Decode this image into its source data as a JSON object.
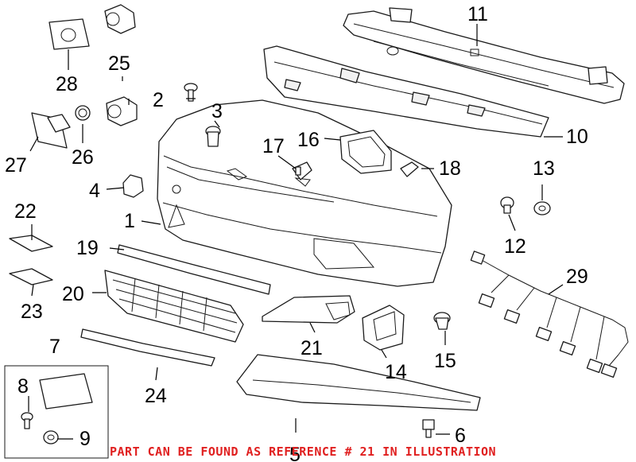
{
  "callouts": [
    {
      "id": "1",
      "text": "1"
    },
    {
      "id": "2",
      "text": "2"
    },
    {
      "id": "3",
      "text": "3"
    },
    {
      "id": "4",
      "text": "4"
    },
    {
      "id": "5",
      "text": "5"
    },
    {
      "id": "6",
      "text": "6"
    },
    {
      "id": "7",
      "text": "7"
    },
    {
      "id": "8",
      "text": "8"
    },
    {
      "id": "9",
      "text": "9"
    },
    {
      "id": "10",
      "text": "10"
    },
    {
      "id": "11",
      "text": "11"
    },
    {
      "id": "12",
      "text": "12"
    },
    {
      "id": "13",
      "text": "13"
    },
    {
      "id": "14",
      "text": "14"
    },
    {
      "id": "15",
      "text": "15"
    },
    {
      "id": "16",
      "text": "16"
    },
    {
      "id": "17",
      "text": "17"
    },
    {
      "id": "18",
      "text": "18"
    },
    {
      "id": "19",
      "text": "19"
    },
    {
      "id": "20",
      "text": "20"
    },
    {
      "id": "21",
      "text": "21"
    },
    {
      "id": "22",
      "text": "22"
    },
    {
      "id": "23",
      "text": "23"
    },
    {
      "id": "24",
      "text": "24"
    },
    {
      "id": "25",
      "text": "25"
    },
    {
      "id": "26",
      "text": "26"
    },
    {
      "id": "27",
      "text": "27"
    },
    {
      "id": "28",
      "text": "28"
    },
    {
      "id": "29",
      "text": "29"
    }
  ],
  "notice": "PART CAN BE FOUND AS REFERENCE # 21 IN ILLUSTRATION",
  "colors": {
    "notice": "#e02020",
    "lines": "#1a1a1a",
    "background": "#ffffff"
  }
}
